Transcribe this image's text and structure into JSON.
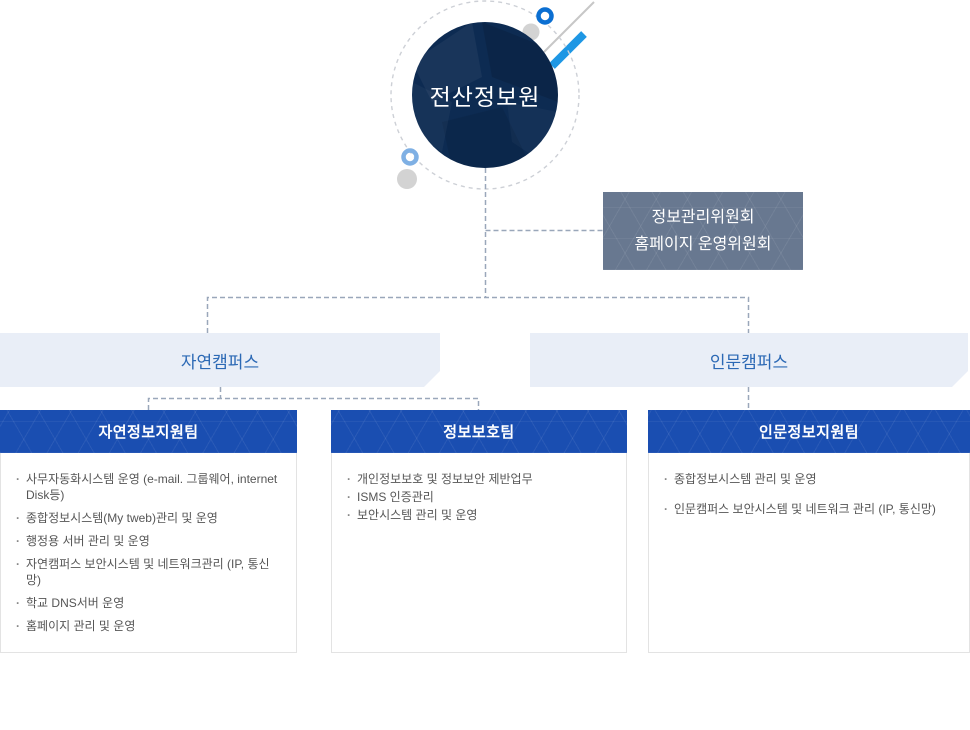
{
  "root": {
    "label": "전산정보원"
  },
  "committee": {
    "lines": [
      "정보관리위원회",
      "홈페이지 운영위원회"
    ]
  },
  "campuses": [
    {
      "label": "자연캠퍼스"
    },
    {
      "label": "인문캠퍼스"
    }
  ],
  "teams": [
    {
      "name": "자연정보지원팀",
      "items": [
        "사무자동화시스템 운영 (e-mail. 그룹웨어, internet Disk등)",
        "종합정보시스템(My tweb)관리 및 운영",
        "행정용 서버 관리 및 운영",
        "자연캠퍼스 보안시스템 및 네트워크관리 (IP, 통신망)",
        "학교 DNS서버 운영",
        "홈페이지 관리 및 운영"
      ]
    },
    {
      "name": "정보보호팀",
      "items": [
        "개인정보보호 및 정보보안 제반업무",
        "ISMS 인증관리",
        "보안시스템 관리 및 운영"
      ]
    },
    {
      "name": "인문정보지원팀",
      "items": [
        "종합정보시스템 관리 및 운영",
        "인문캠퍼스 보안시스템 및 네트워크 관리 (IP, 통신망)"
      ]
    }
  ],
  "colors": {
    "root_circle": "#0d2b52",
    "team_header": "#1a4eb1",
    "committee_bg": "#687890",
    "campus_bg": "#e9eef7",
    "campus_text": "#2c69b5",
    "connector": "#9aa7ba",
    "ring_top": "#0b6fd2",
    "ring_bottom": "#7fb0e4",
    "slash": "#1e97e4"
  }
}
